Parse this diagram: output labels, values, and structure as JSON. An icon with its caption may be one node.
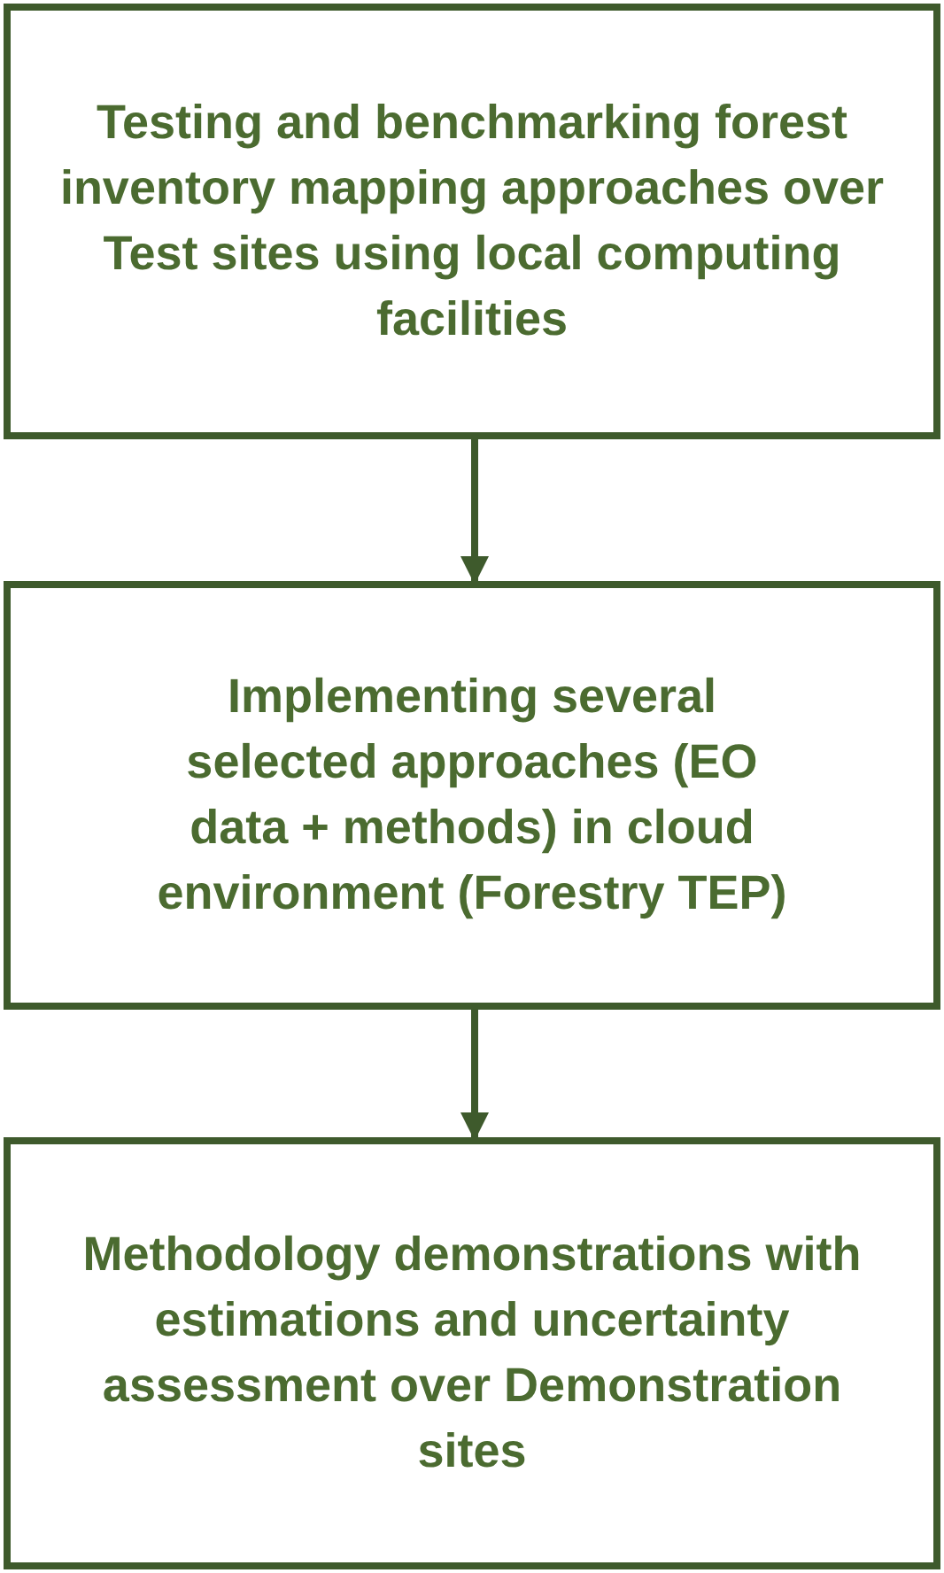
{
  "diagram": {
    "nodes": [
      {
        "text": [
          "Testing and benchmarking forest inventory mapping approaches over Test sites using local computing facilities"
        ]
      },
      {
        "text": [
          "Implementing several selected approaches (EO data + methods) in cloud environment (Forestry TEP)"
        ]
      },
      {
        "text": [
          "Methodology demonstrations with estimations and uncertainty assessment over Demonstration sites"
        ]
      }
    ],
    "edges": [
      {
        "from": 0,
        "to": 1,
        "arrow": "to"
      },
      {
        "from": 1,
        "to": 2,
        "arrow": "to"
      }
    ]
  }
}
